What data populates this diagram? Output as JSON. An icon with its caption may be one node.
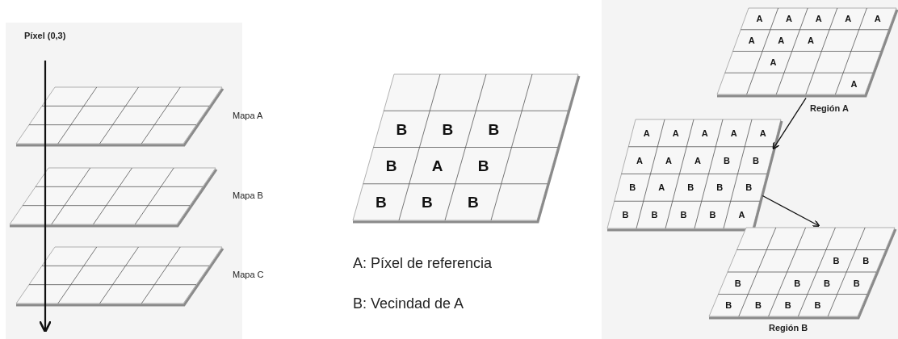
{
  "diagram": {
    "nodes": [
      {
        "text": [
          "Píxel (0,3)"
        ]
      },
      {
        "text": [],
        "shape": "box",
        "beside": [
          "Mapa A"
        ]
      },
      {
        "text": [],
        "shape": "box",
        "beside": [
          "Mapa B"
        ]
      },
      {
        "text": [],
        "shape": "box",
        "beside": [
          "Mapa C"
        ]
      },
      {
        "text": [
          "B",
          "B",
          "B",
          "B",
          "A",
          "B",
          "B",
          "B",
          "B"
        ]
      },
      {
        "text": [
          "A",
          "A",
          "A",
          "A",
          "A",
          "A",
          "A",
          "A",
          "A",
          "A"
        ],
        "beside": [
          "Región A"
        ]
      },
      {
        "text": [
          "A",
          "A",
          "A",
          "A",
          "A",
          "A",
          "A",
          "A",
          "B",
          "B",
          "B",
          "A",
          "B",
          "B",
          "B",
          "B",
          "B",
          "B",
          "B",
          "A"
        ]
      },
      {
        "text": [
          "B",
          "B",
          "B",
          "B",
          "B",
          "B",
          "B",
          "B",
          "B",
          "B"
        ],
        "beside": [
          "Región B"
        ]
      }
    ],
    "edges": [
      {
        "from": 0,
        "to": null,
        "arrow": "to"
      },
      {
        "from": 5,
        "to": 6,
        "arrow": "to"
      },
      {
        "from": 6,
        "to": 7,
        "arrow": "to"
      }
    ],
    "labels": [
      "A: Píxel de referencia",
      "B: Vecindad de A"
    ]
  }
}
